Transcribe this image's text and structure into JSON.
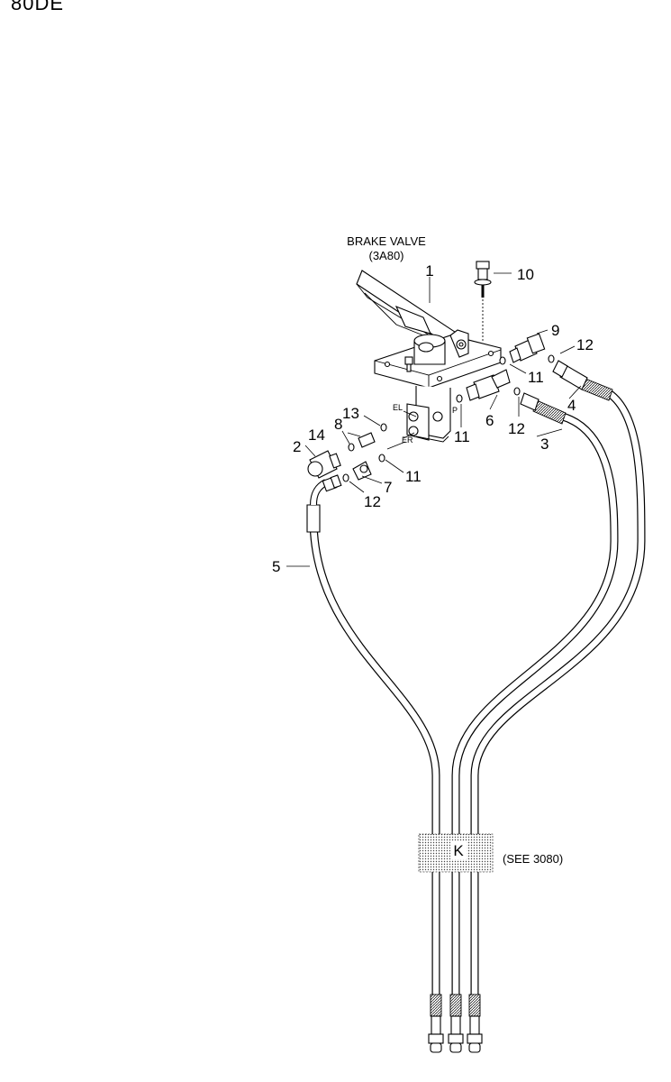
{
  "header": {
    "title": "80DE"
  },
  "assembly": {
    "name_line1": "BRAKE VALVE",
    "name_line2": "(3A80)"
  },
  "ports": {
    "el": "EL",
    "er": "ER",
    "p": "P"
  },
  "callouts": {
    "c1": "1",
    "c2": "2",
    "c3": "3",
    "c4": "4",
    "c5": "5",
    "c6": "6",
    "c7": "7",
    "c8": "8",
    "c9": "9",
    "c10": "10",
    "c11a": "11",
    "c11b": "11",
    "c11c": "11",
    "c12a": "12",
    "c12b": "12",
    "c12c": "12",
    "c13": "13",
    "c14": "14"
  },
  "clamp": {
    "letter": "K",
    "reference": "(SEE 3080)"
  }
}
